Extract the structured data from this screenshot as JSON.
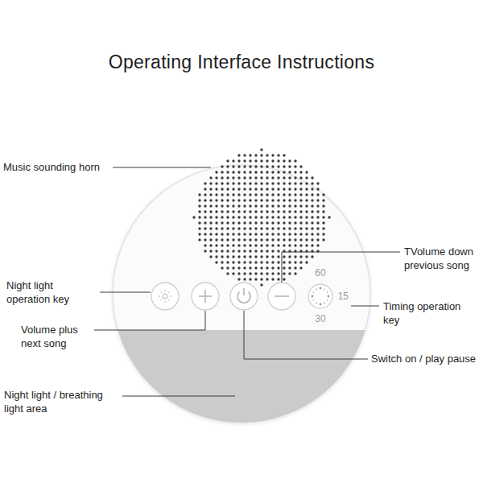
{
  "diagram": {
    "title": "Operating Interface Instructions",
    "nodes": [
      {
        "text": [
          "60",
          "15",
          "30"
        ]
      }
    ],
    "labels": [
      "Music sounding horn",
      "TVolume down previous song",
      "Night light operation key",
      "Timing operation key",
      "Volume plus next song",
      "Switch on / play pause",
      "Night light / breathing light area"
    ]
  }
}
